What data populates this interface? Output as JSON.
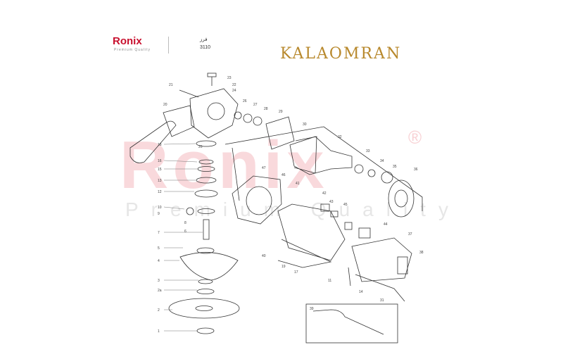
{
  "header": {
    "brand": "Ronix",
    "brand_tagline": "Premium Quality",
    "product_name": "فرز",
    "model": "3110"
  },
  "watermark": {
    "text": "Ronix",
    "subtext": "Premium Quality",
    "reg": "®"
  },
  "logo_text": "KALAOMRAN",
  "part_numbers": [
    "1",
    "2",
    "2a",
    "3",
    "4",
    "5",
    "6",
    "7",
    "8",
    "9",
    "10",
    "11",
    "12",
    "13",
    "14",
    "15",
    "16",
    "17",
    "18",
    "19",
    "20",
    "21",
    "22",
    "23",
    "24",
    "25",
    "26",
    "27",
    "28",
    "29",
    "30",
    "31",
    "32",
    "33",
    "34",
    "35",
    "36",
    "37",
    "38",
    "39",
    "40",
    "41",
    "42",
    "43",
    "44",
    "45",
    "46",
    "47"
  ]
}
